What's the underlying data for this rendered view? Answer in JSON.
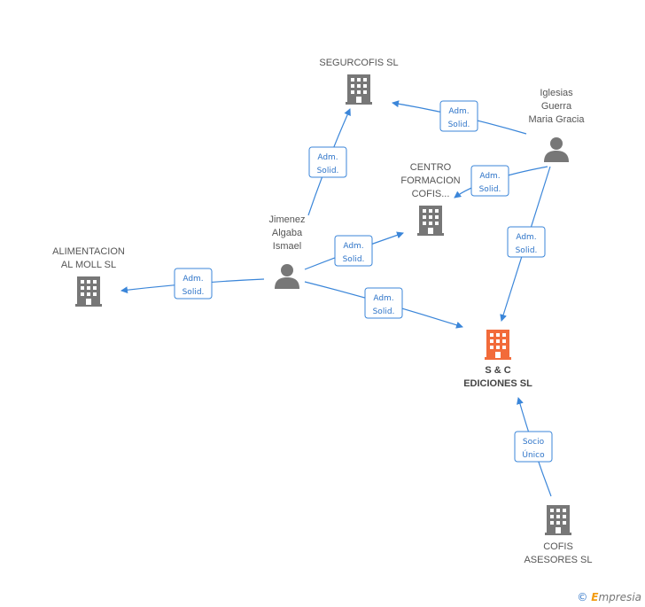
{
  "nodes": [
    {
      "id": "segurcofis",
      "type": "company",
      "label": [
        "SEGURCOFIS SL"
      ],
      "main": false
    },
    {
      "id": "centro",
      "type": "company",
      "label": [
        "CENTRO",
        "FORMACION",
        "COFIS..."
      ],
      "main": false
    },
    {
      "id": "alimentacion",
      "type": "company",
      "label": [
        "ALIMENTACION",
        "AL MOLL SL"
      ],
      "main": false
    },
    {
      "id": "sc",
      "type": "company",
      "label": [
        "S & C",
        "EDICIONES SL"
      ],
      "main": true
    },
    {
      "id": "cofis",
      "type": "company",
      "label": [
        "COFIS",
        "ASESORES SL"
      ],
      "main": false
    },
    {
      "id": "iglesias",
      "type": "person",
      "label": [
        "Iglesias",
        "Guerra",
        "Maria Gracia"
      ],
      "main": false
    },
    {
      "id": "jimenez",
      "type": "person",
      "label": [
        "Jimenez",
        "Algaba",
        "Ismael"
      ],
      "main": false
    }
  ],
  "edges": [
    {
      "from": "iglesias",
      "to": "segurcofis",
      "label": [
        "Adm.",
        "Solid."
      ]
    },
    {
      "from": "iglesias",
      "to": "centro",
      "label": [
        "Adm.",
        "Solid."
      ]
    },
    {
      "from": "iglesias",
      "to": "sc",
      "label": [
        "Adm.",
        "Solid."
      ]
    },
    {
      "from": "jimenez",
      "to": "segurcofis",
      "label": [
        "Adm.",
        "Solid."
      ]
    },
    {
      "from": "jimenez",
      "to": "centro",
      "label": [
        "Adm.",
        "Solid."
      ]
    },
    {
      "from": "jimenez",
      "to": "alimentacion",
      "label": [
        "Adm.",
        "Solid."
      ]
    },
    {
      "from": "jimenez",
      "to": "sc",
      "label": [
        "Adm.",
        "Solid."
      ]
    },
    {
      "from": "cofis",
      "to": "sc",
      "label": [
        "Socio",
        "Único"
      ]
    }
  ],
  "colors": {
    "edge": "#3b86d9",
    "company": "#777777",
    "main_company": "#f26b3a",
    "person": "#777777"
  },
  "branding": {
    "copyright": "©",
    "first_letter": "E",
    "rest": "mpresia"
  }
}
